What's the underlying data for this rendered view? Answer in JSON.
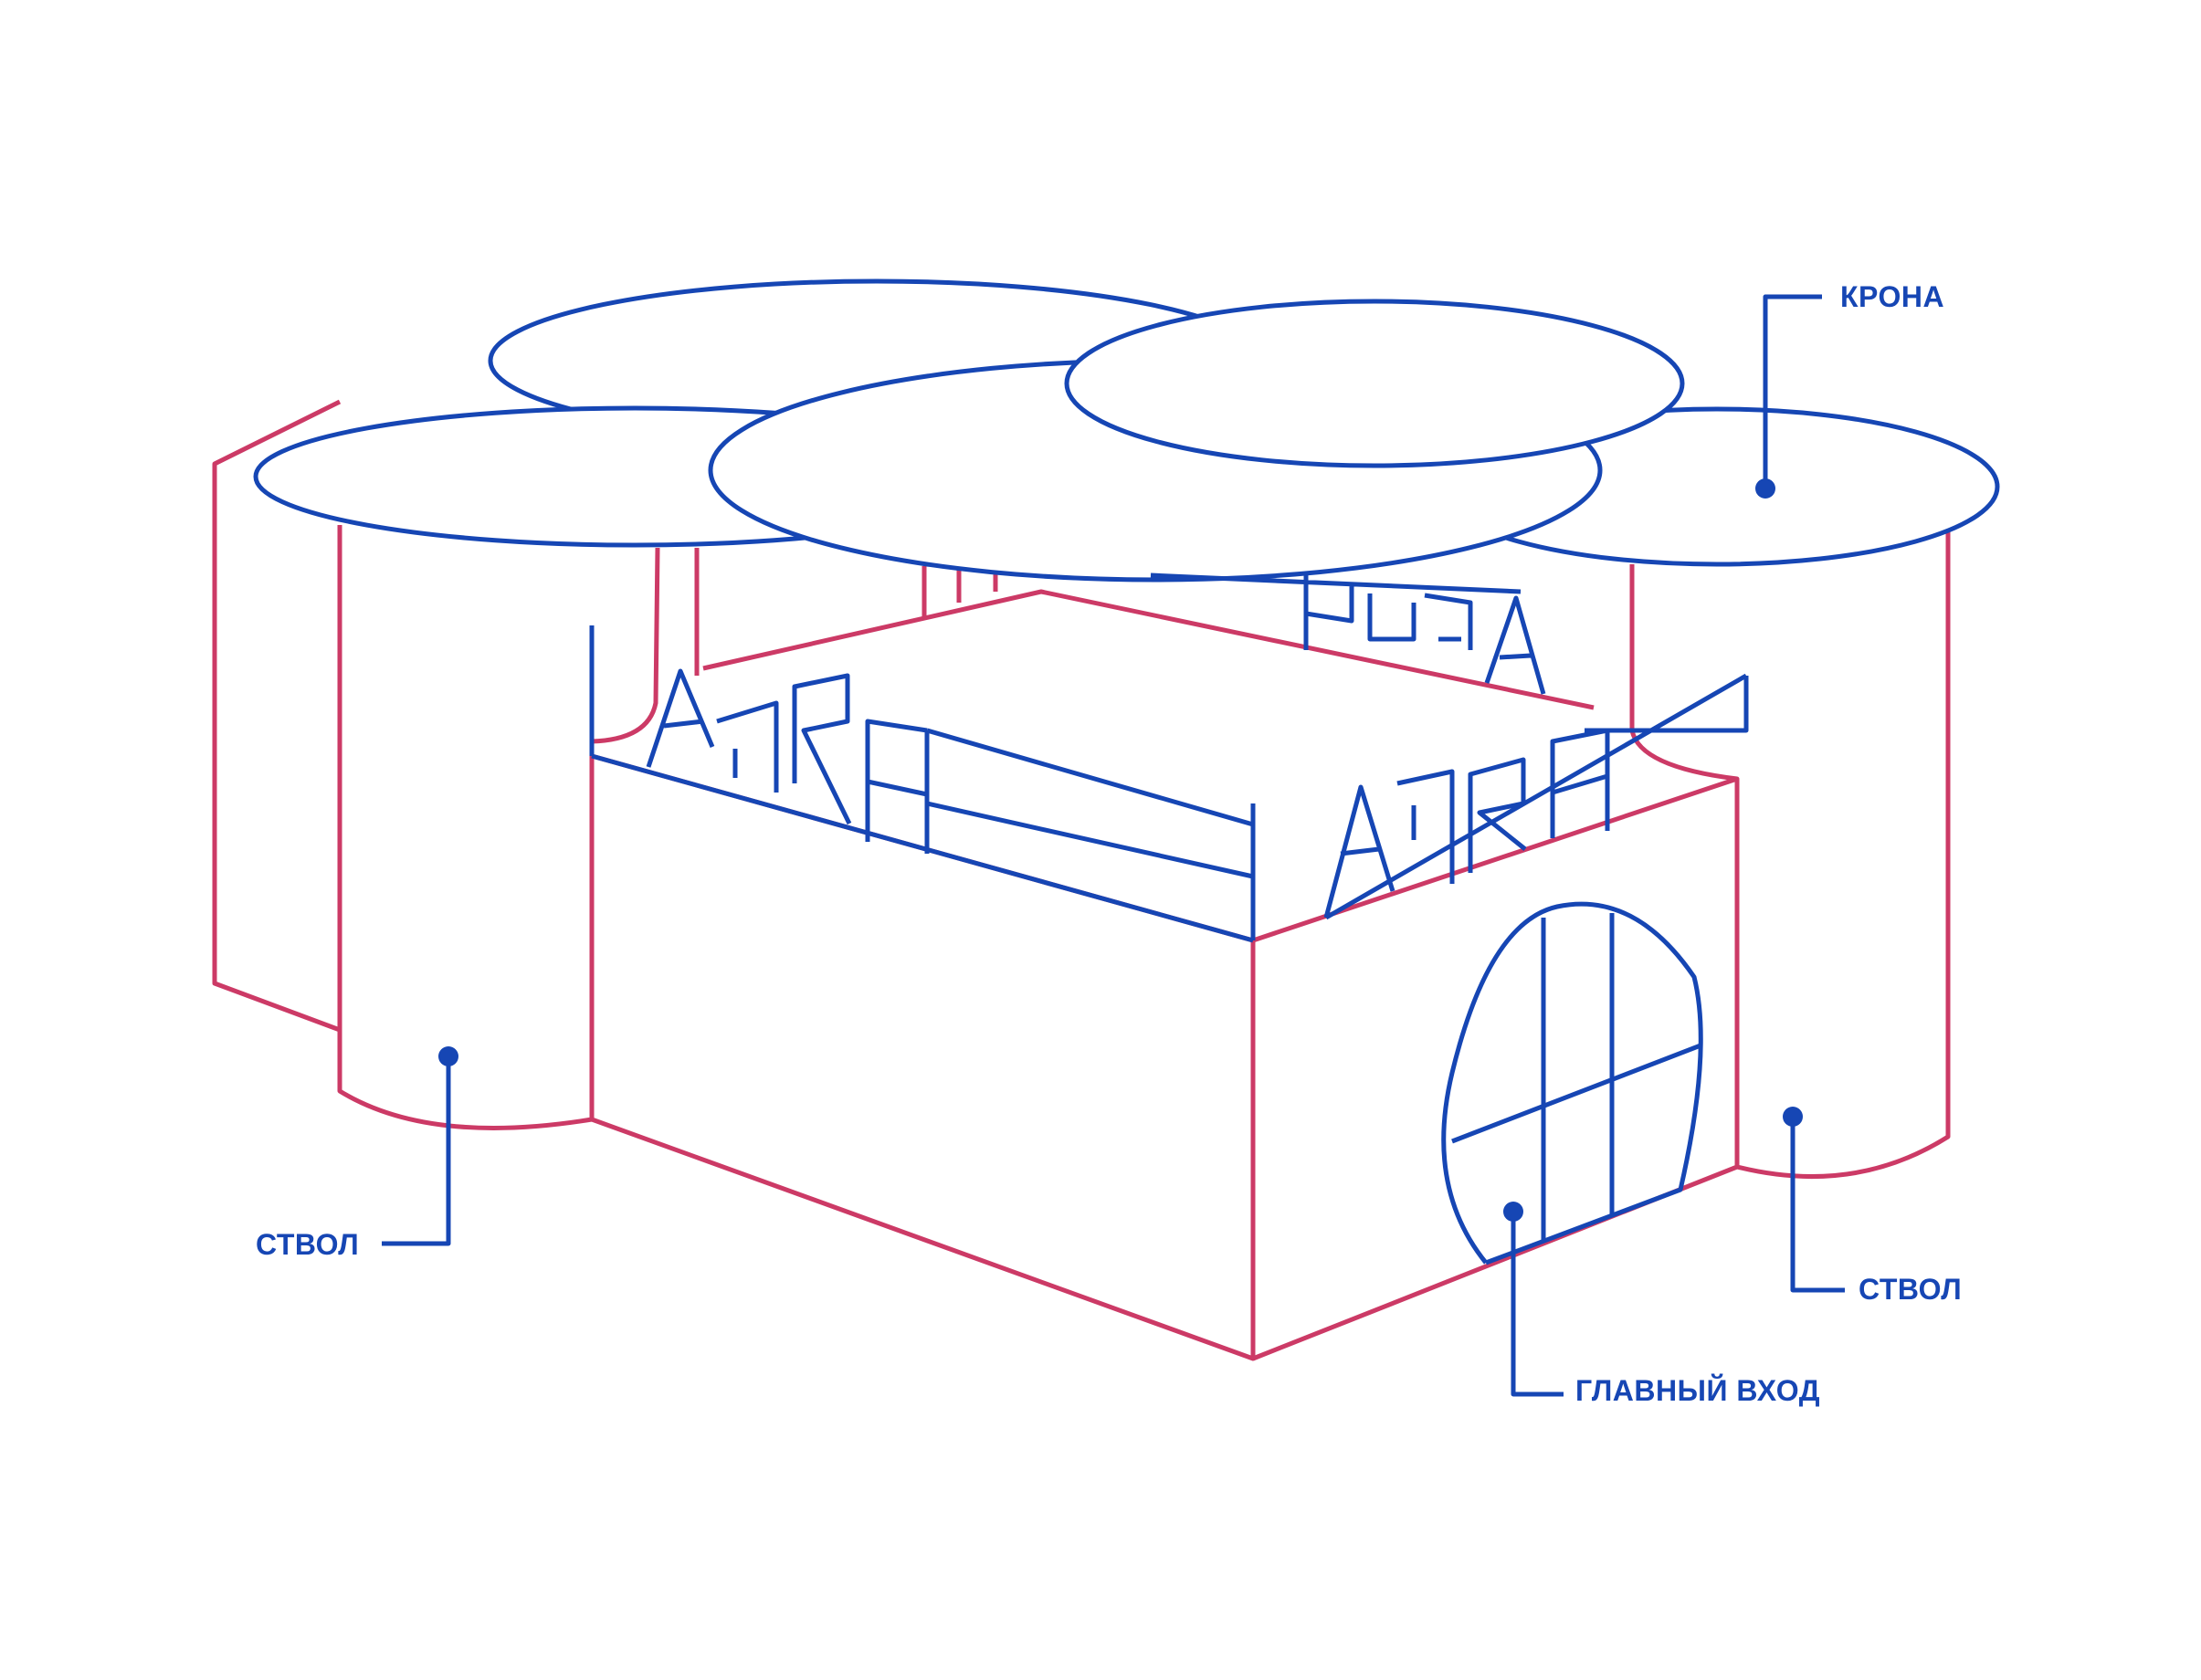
{
  "colors": {
    "outline_blue": "#1646b4",
    "outline_red": "#cc3a66",
    "background": "#ffffff"
  },
  "callouts": {
    "crown": "КРОНА",
    "trunk_left": "СТВОЛ",
    "trunk_right": "СТВОЛ",
    "main_entrance": "ГЛАВНЫЙ ВХОД"
  }
}
